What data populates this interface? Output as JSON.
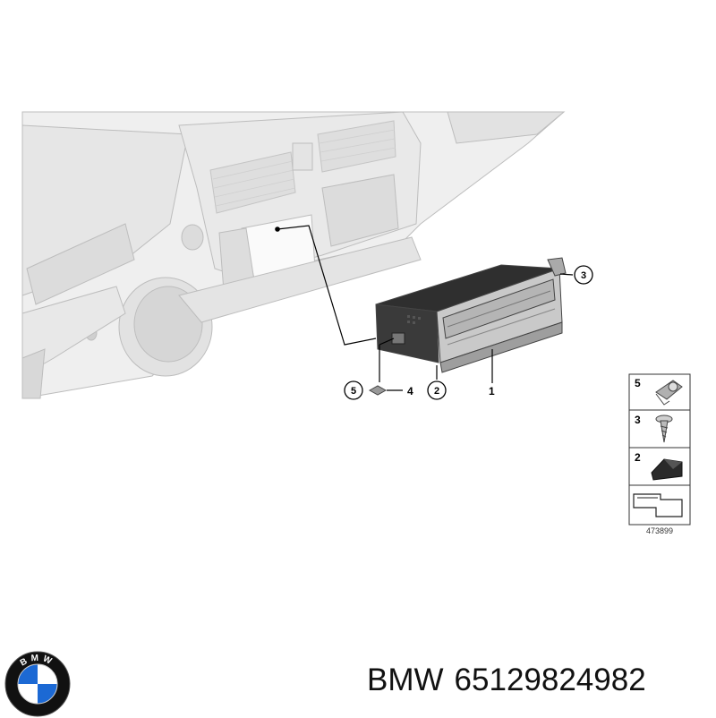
{
  "callouts": {
    "c1": "1",
    "c2": "2",
    "c3": "3",
    "c4": "4",
    "c5": "5"
  },
  "legend": {
    "rows": [
      {
        "number": "5",
        "icon": "clip-nut-icon"
      },
      {
        "number": "3",
        "icon": "screw-icon"
      },
      {
        "number": "2",
        "icon": "foam-pad-icon"
      }
    ],
    "reference": "473899"
  },
  "brand": {
    "name": "BMW",
    "part_number": "65129824982",
    "logo_letters": "BMW",
    "logo_colors": {
      "ring": "#111111",
      "blue": "#1c69d4",
      "white": "#ffffff"
    }
  }
}
